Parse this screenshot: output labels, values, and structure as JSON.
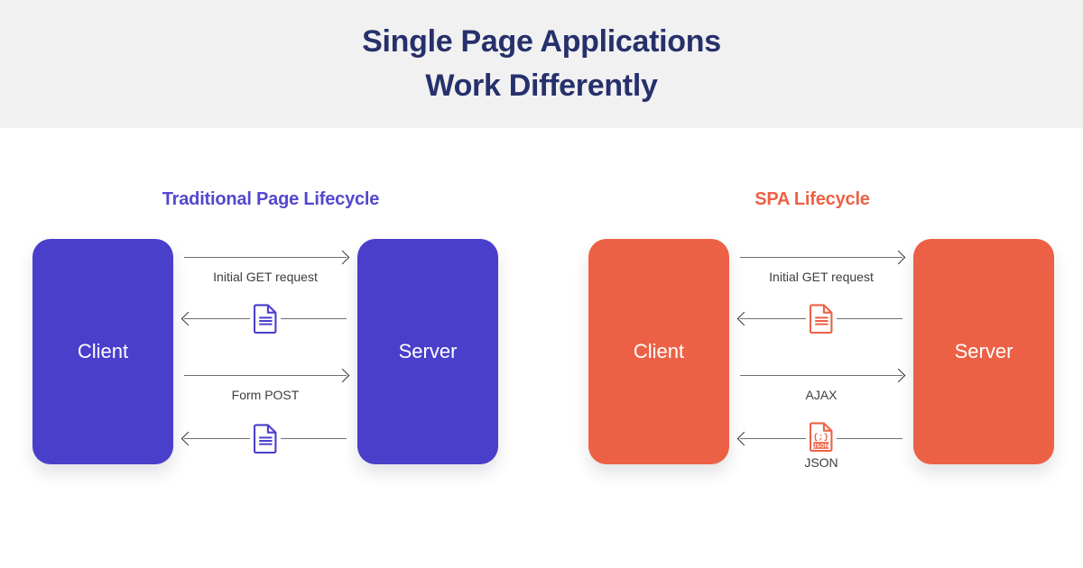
{
  "header": {
    "title_line1": "Single Page Applications",
    "title_line2": "Work Differently",
    "background": "#F1F1F1",
    "title_color": "#26306B"
  },
  "columns": [
    {
      "id": "traditional",
      "heading": "Traditional Page Lifecycle",
      "accent": "#5348CE",
      "box_color": "#4A3FCB",
      "left_node": "Client",
      "right_node": "Server",
      "flows": [
        {
          "direction": "right",
          "label": "Initial GET request",
          "label_position": "below",
          "icon": "none"
        },
        {
          "direction": "left",
          "label": "",
          "label_position": "none",
          "icon": "document-icon"
        },
        {
          "direction": "right",
          "label": "Form POST",
          "label_position": "below",
          "icon": "none"
        },
        {
          "direction": "left",
          "label": "",
          "label_position": "none",
          "icon": "document-icon"
        }
      ]
    },
    {
      "id": "spa",
      "heading": "SPA Lifecycle",
      "accent": "#EC6145",
      "box_color": "#EC6145",
      "left_node": "Client",
      "right_node": "Server",
      "flows": [
        {
          "direction": "right",
          "label": "Initial GET request",
          "label_position": "below",
          "icon": "none"
        },
        {
          "direction": "left",
          "label": "",
          "label_position": "none",
          "icon": "document-icon"
        },
        {
          "direction": "right",
          "label": "AJAX",
          "label_position": "below",
          "icon": "none"
        },
        {
          "direction": "left",
          "label": "JSON",
          "label_position": "below",
          "icon": "json-icon"
        }
      ]
    }
  ],
  "icons": {
    "json_badge_text": "JSON",
    "json_braces_text": "{;}"
  }
}
